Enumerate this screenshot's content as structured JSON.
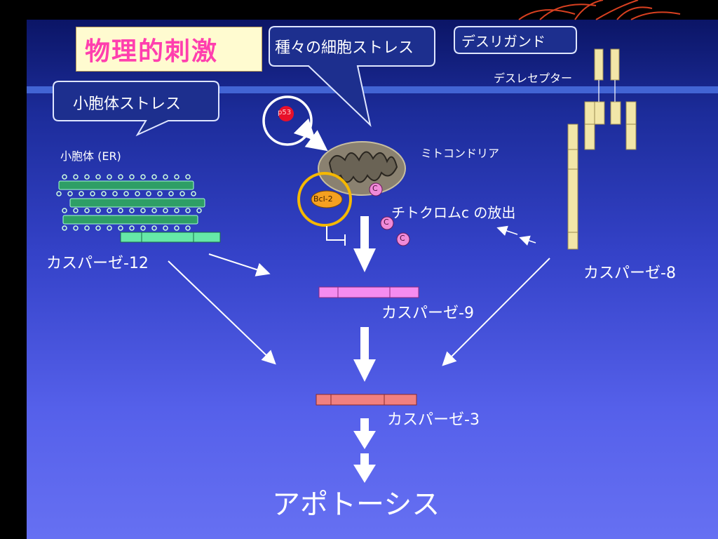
{
  "title": "物理的刺激",
  "callouts": {
    "cell_stress": "種々の細胞ストレス",
    "death_ligand": "デスリガンド",
    "er_stress": "小胞体ストレス"
  },
  "labels": {
    "death_receptor": "デスレセプター",
    "er": "小胞体 (ER)",
    "mitochondria": "ミトコンドリア",
    "cytochrome_release": "チトクロムc の放出",
    "caspase12": "カスパーゼ-12",
    "caspase8": "カスパーゼ-8",
    "caspase9": "カスパーゼ-9",
    "caspase3": "カスパーゼ-3",
    "apoptosis": "アポトーシス",
    "p53": "p53",
    "bcl2": "Bcl-2",
    "cyt_c": "C"
  },
  "colors": {
    "title_text": "#ff3fae",
    "title_bg": "#fffbd0",
    "caspase12": "#66e8a8",
    "caspase9": "#f58cf0",
    "caspase3": "#f08080",
    "receptor": "#f2e6a8",
    "p53": "#e8102a",
    "bcl2": "#f5a020",
    "ring_p53": "#ffffff",
    "ring_bcl2": "#f5b800",
    "cyt_c": "#f08ad8",
    "er_membrane": "#2e9e66"
  }
}
